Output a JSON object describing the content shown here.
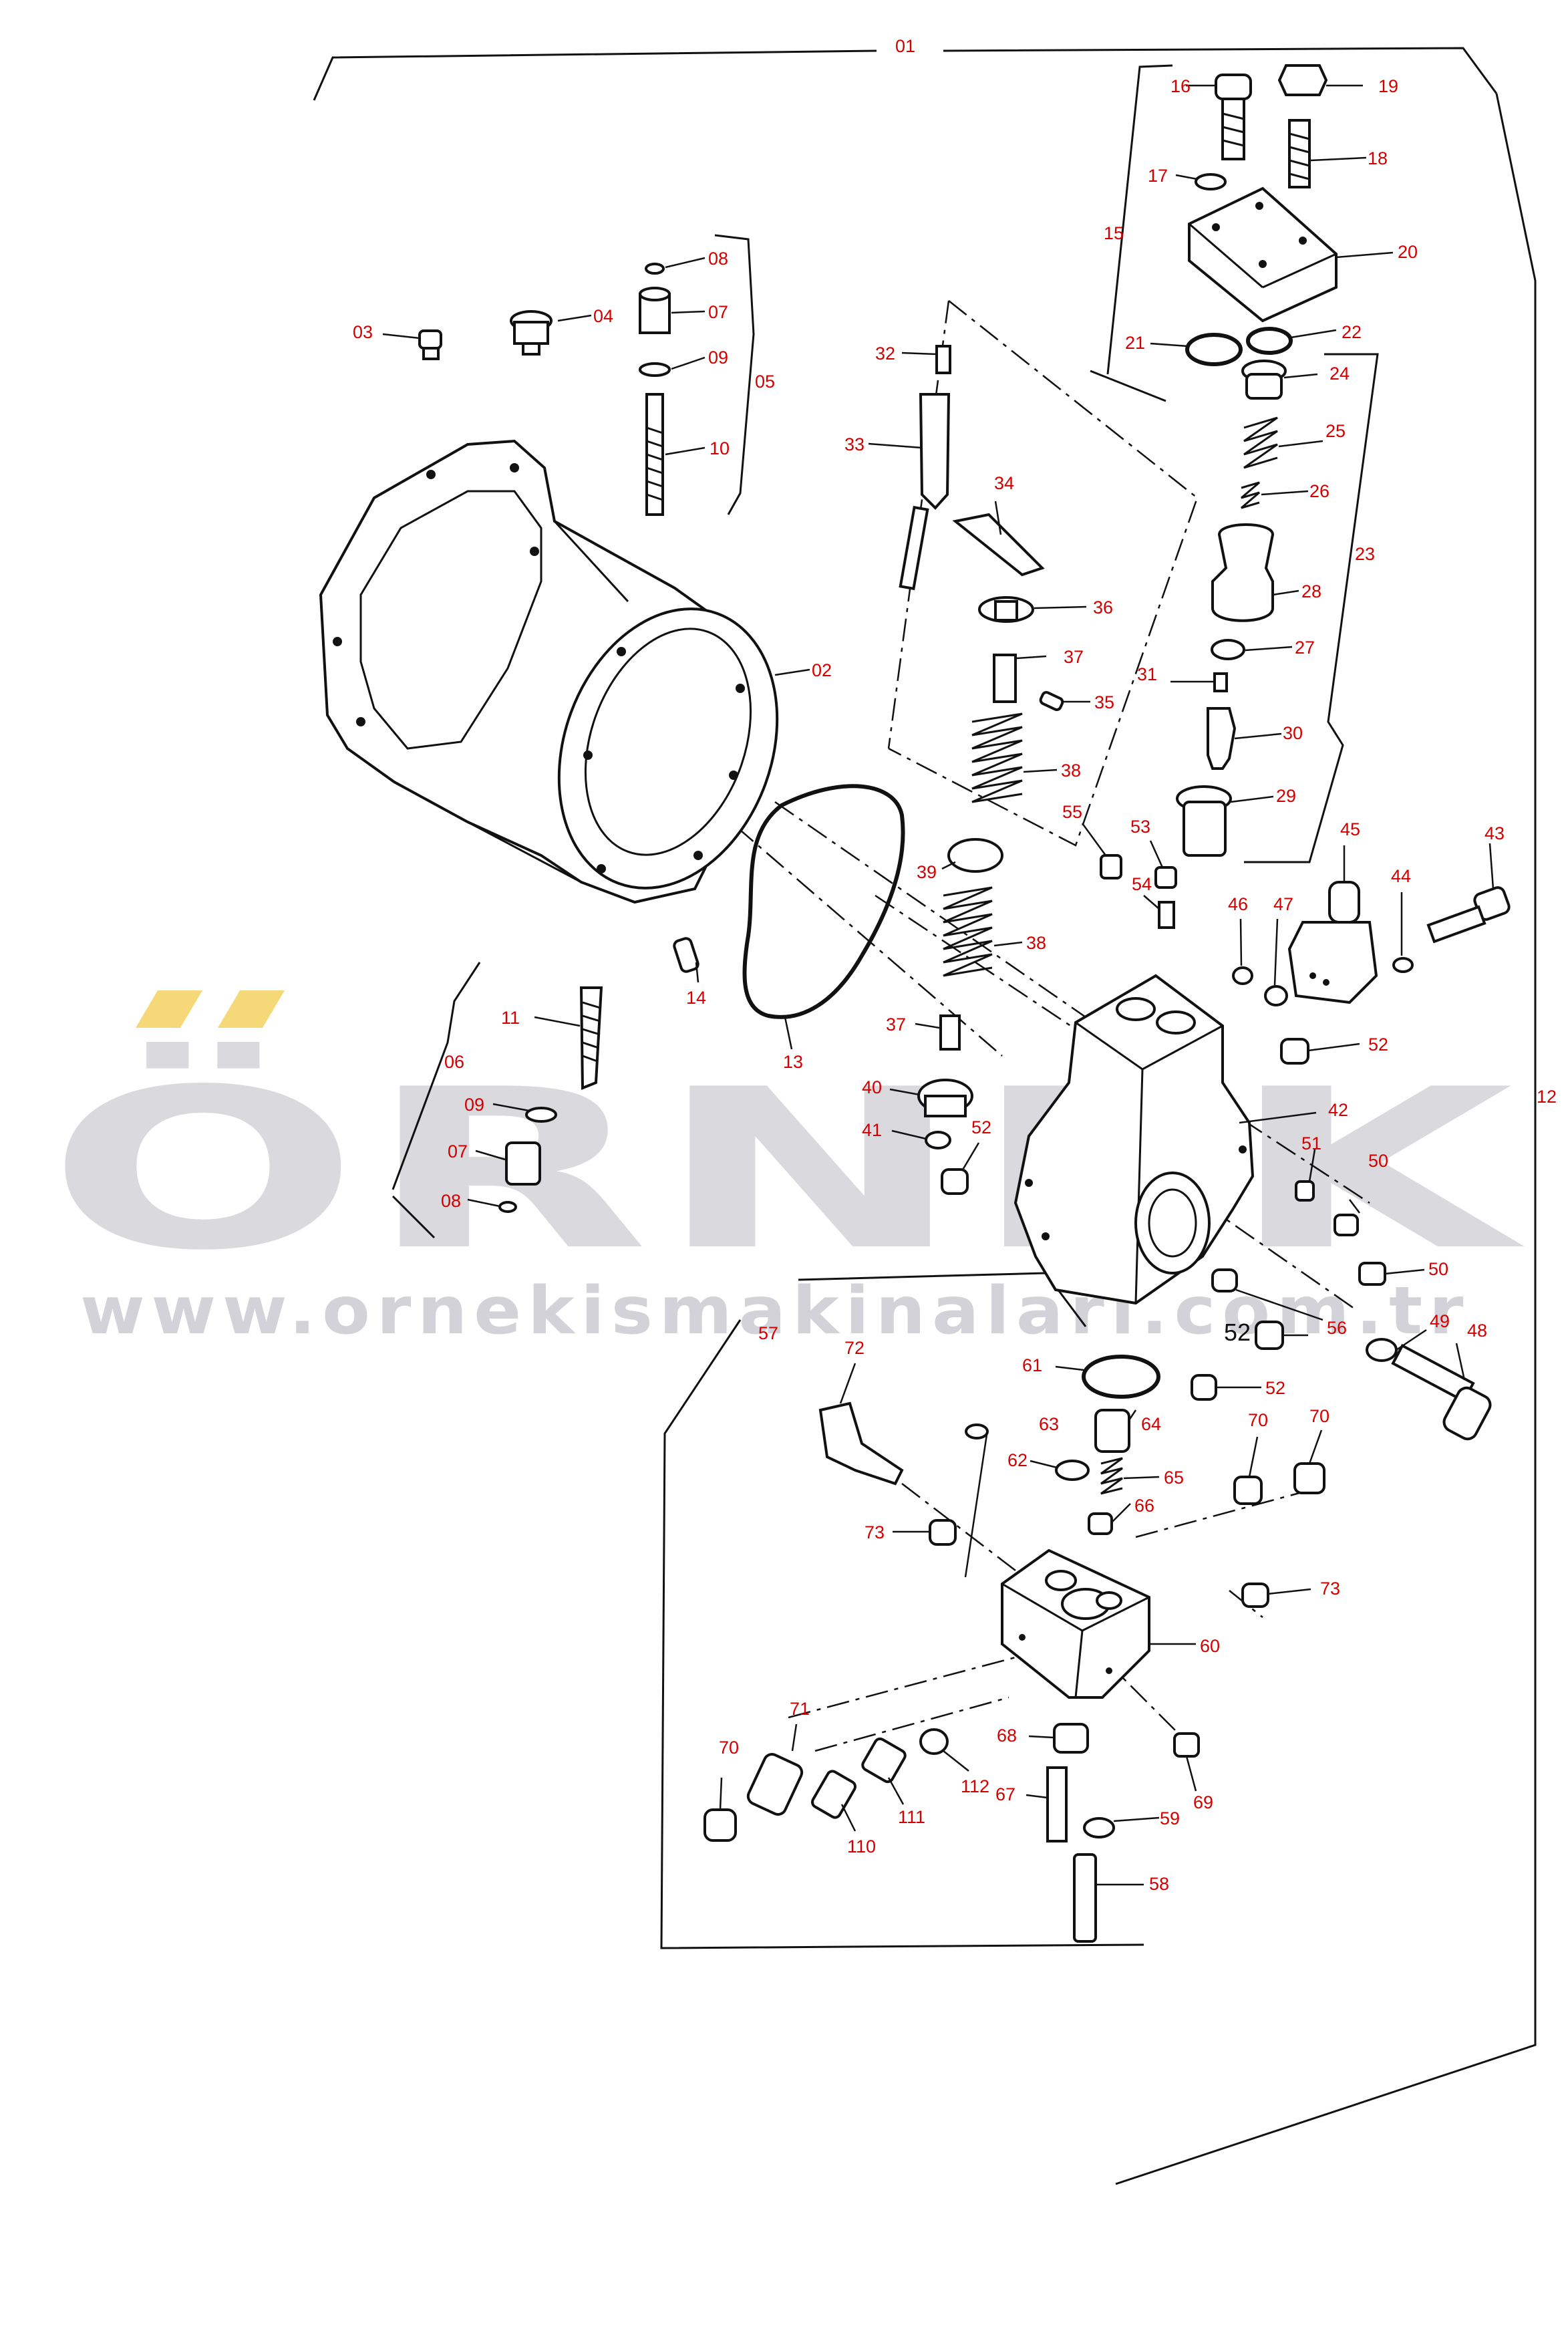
{
  "watermark": {
    "brand": "ÖRNEK",
    "website": "www.orneki̇smaki̇nalari.com.tr",
    "umlaut_color": "#f5d979"
  },
  "callouts": [
    {
      "id": "01",
      "text": "01"
    },
    {
      "id": "02",
      "text": "02"
    },
    {
      "id": "03",
      "text": "03"
    },
    {
      "id": "04",
      "text": "04"
    },
    {
      "id": "05",
      "text": "05"
    },
    {
      "id": "06",
      "text": "06"
    },
    {
      "id": "07a",
      "text": "07"
    },
    {
      "id": "07b",
      "text": "07"
    },
    {
      "id": "08a",
      "text": "08"
    },
    {
      "id": "08b",
      "text": "08"
    },
    {
      "id": "09a",
      "text": "09"
    },
    {
      "id": "09b",
      "text": "09"
    },
    {
      "id": "10",
      "text": "10"
    },
    {
      "id": "11",
      "text": "11"
    },
    {
      "id": "12",
      "text": "12"
    },
    {
      "id": "13",
      "text": "13"
    },
    {
      "id": "14",
      "text": "14"
    },
    {
      "id": "15",
      "text": "15"
    },
    {
      "id": "16",
      "text": "16"
    },
    {
      "id": "17",
      "text": "17"
    },
    {
      "id": "18",
      "text": "18"
    },
    {
      "id": "19",
      "text": "19"
    },
    {
      "id": "20",
      "text": "20"
    },
    {
      "id": "21",
      "text": "21"
    },
    {
      "id": "22",
      "text": "22"
    },
    {
      "id": "23",
      "text": "23"
    },
    {
      "id": "24",
      "text": "24"
    },
    {
      "id": "25",
      "text": "25"
    },
    {
      "id": "26",
      "text": "26"
    },
    {
      "id": "27",
      "text": "27"
    },
    {
      "id": "28",
      "text": "28"
    },
    {
      "id": "29",
      "text": "29"
    },
    {
      "id": "30",
      "text": "30"
    },
    {
      "id": "31",
      "text": "31"
    },
    {
      "id": "32",
      "text": "32"
    },
    {
      "id": "33",
      "text": "33"
    },
    {
      "id": "34",
      "text": "34"
    },
    {
      "id": "35",
      "text": "35"
    },
    {
      "id": "36",
      "text": "36"
    },
    {
      "id": "37a",
      "text": "37"
    },
    {
      "id": "37b",
      "text": "37"
    },
    {
      "id": "38a",
      "text": "38"
    },
    {
      "id": "38b",
      "text": "38"
    },
    {
      "id": "39",
      "text": "39"
    },
    {
      "id": "40",
      "text": "40"
    },
    {
      "id": "41",
      "text": "41"
    },
    {
      "id": "42",
      "text": "42"
    },
    {
      "id": "43",
      "text": "43"
    },
    {
      "id": "44",
      "text": "44"
    },
    {
      "id": "45",
      "text": "45"
    },
    {
      "id": "46",
      "text": "46"
    },
    {
      "id": "47",
      "text": "47"
    },
    {
      "id": "48",
      "text": "48"
    },
    {
      "id": "49",
      "text": "49"
    },
    {
      "id": "50a",
      "text": "50"
    },
    {
      "id": "50b",
      "text": "50"
    },
    {
      "id": "51",
      "text": "51"
    },
    {
      "id": "52a",
      "text": "52"
    },
    {
      "id": "52b",
      "text": "52"
    },
    {
      "id": "52c",
      "text": "52"
    },
    {
      "id": "52d",
      "text": "52"
    },
    {
      "id": "53",
      "text": "53"
    },
    {
      "id": "54",
      "text": "54"
    },
    {
      "id": "55",
      "text": "55"
    },
    {
      "id": "56",
      "text": "56"
    },
    {
      "id": "57",
      "text": "57"
    },
    {
      "id": "58",
      "text": "58"
    },
    {
      "id": "59",
      "text": "59"
    },
    {
      "id": "60",
      "text": "60"
    },
    {
      "id": "61",
      "text": "61"
    },
    {
      "id": "62",
      "text": "62"
    },
    {
      "id": "63",
      "text": "63"
    },
    {
      "id": "64",
      "text": "64"
    },
    {
      "id": "65",
      "text": "65"
    },
    {
      "id": "66",
      "text": "66"
    },
    {
      "id": "67",
      "text": "67"
    },
    {
      "id": "68",
      "text": "68"
    },
    {
      "id": "69",
      "text": "69"
    },
    {
      "id": "70a",
      "text": "70"
    },
    {
      "id": "70b",
      "text": "70"
    },
    {
      "id": "70c",
      "text": "70"
    },
    {
      "id": "71",
      "text": "71"
    },
    {
      "id": "72",
      "text": "72"
    },
    {
      "id": "73a",
      "text": "73"
    },
    {
      "id": "73b",
      "text": "73"
    },
    {
      "id": "110",
      "text": "110"
    },
    {
      "id": "111",
      "text": "111"
    },
    {
      "id": "112",
      "text": "112"
    }
  ]
}
